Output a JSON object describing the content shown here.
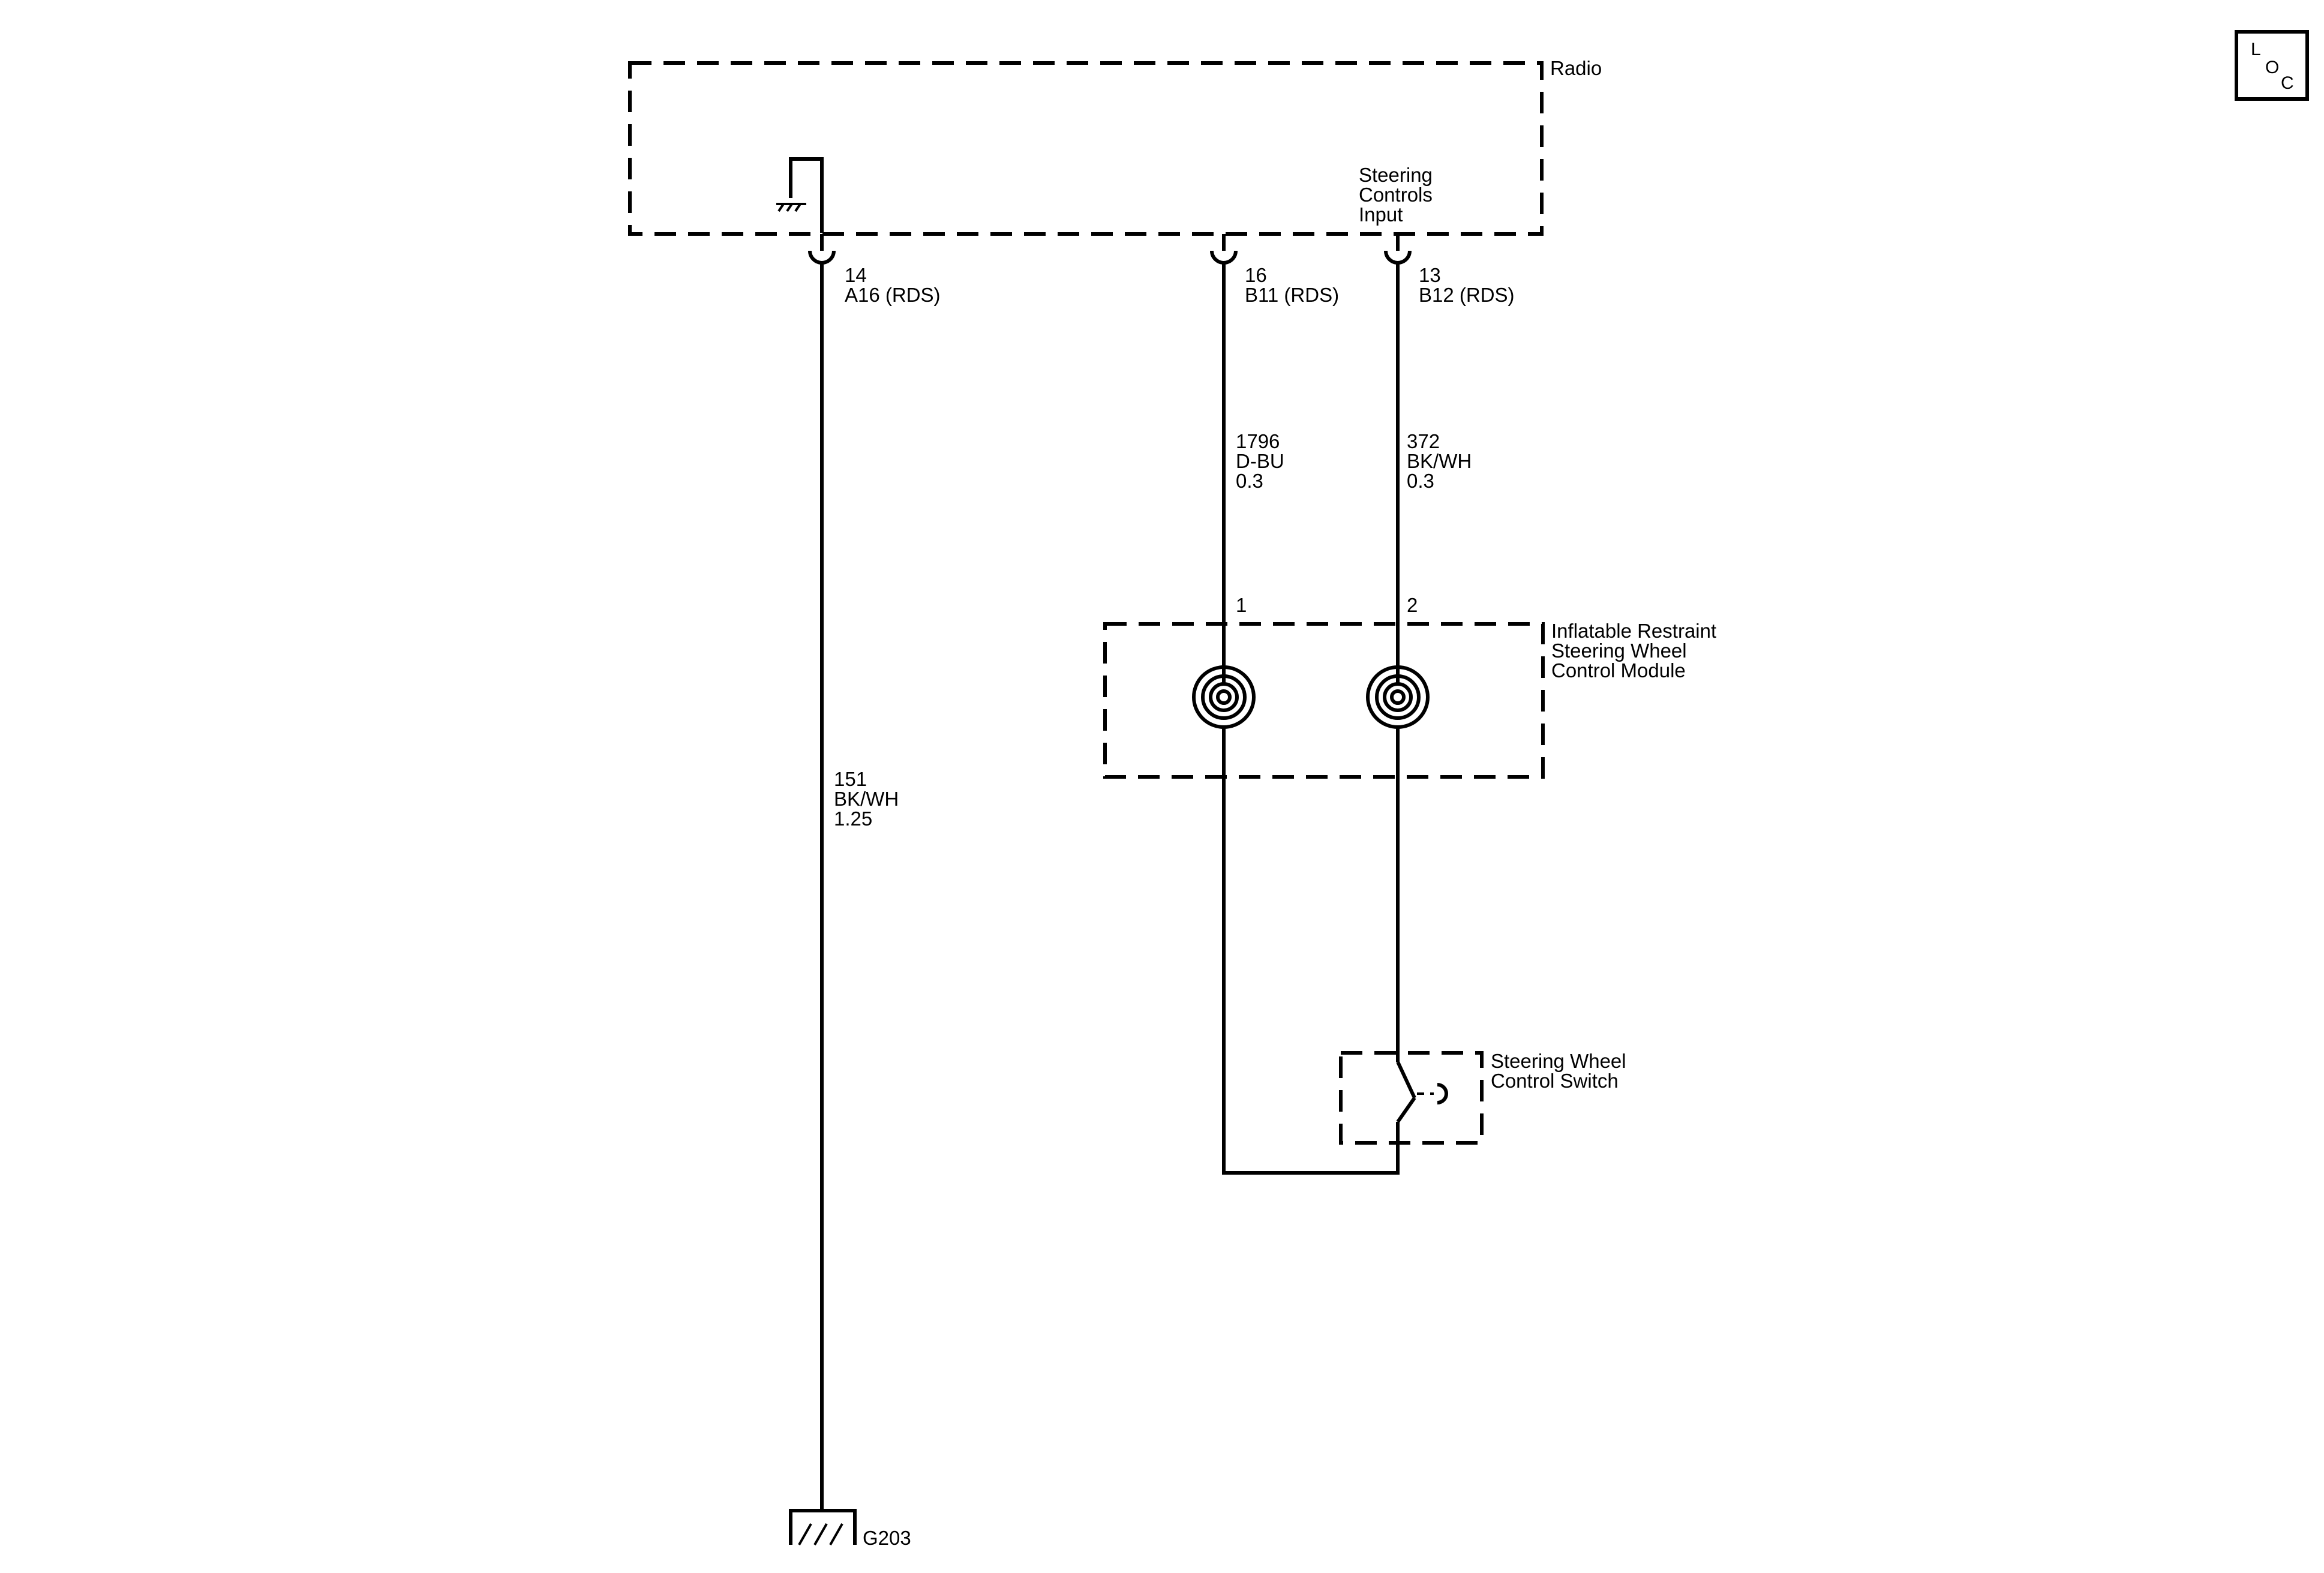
{
  "components": {
    "radio": {
      "name": "Radio",
      "pin_label": [
        "Steering",
        "Controls",
        "Input"
      ]
    },
    "restraint_module": {
      "name": [
        "Inflatable Restraint",
        "Steering Wheel",
        "Control Module"
      ]
    },
    "switch": {
      "name": [
        "Steering Wheel",
        "Control Switch"
      ]
    }
  },
  "connectors": [
    {
      "pin": "14",
      "id": "A16 (RDS)"
    },
    {
      "pin": "16",
      "id": "B11 (RDS)"
    },
    {
      "pin": "13",
      "id": "B12 (RDS)"
    }
  ],
  "wires": [
    {
      "circuit": "151",
      "color": "BK/WH",
      "gauge": "1.25"
    },
    {
      "circuit": "1796",
      "color": "D-BU",
      "gauge": "0.3"
    },
    {
      "circuit": "372",
      "color": "BK/WH",
      "gauge": "0.3"
    }
  ],
  "module_pins": [
    "1",
    "2"
  ],
  "ground": {
    "id": "G203"
  },
  "loc": {
    "letters": [
      "L",
      "O",
      "C"
    ]
  }
}
